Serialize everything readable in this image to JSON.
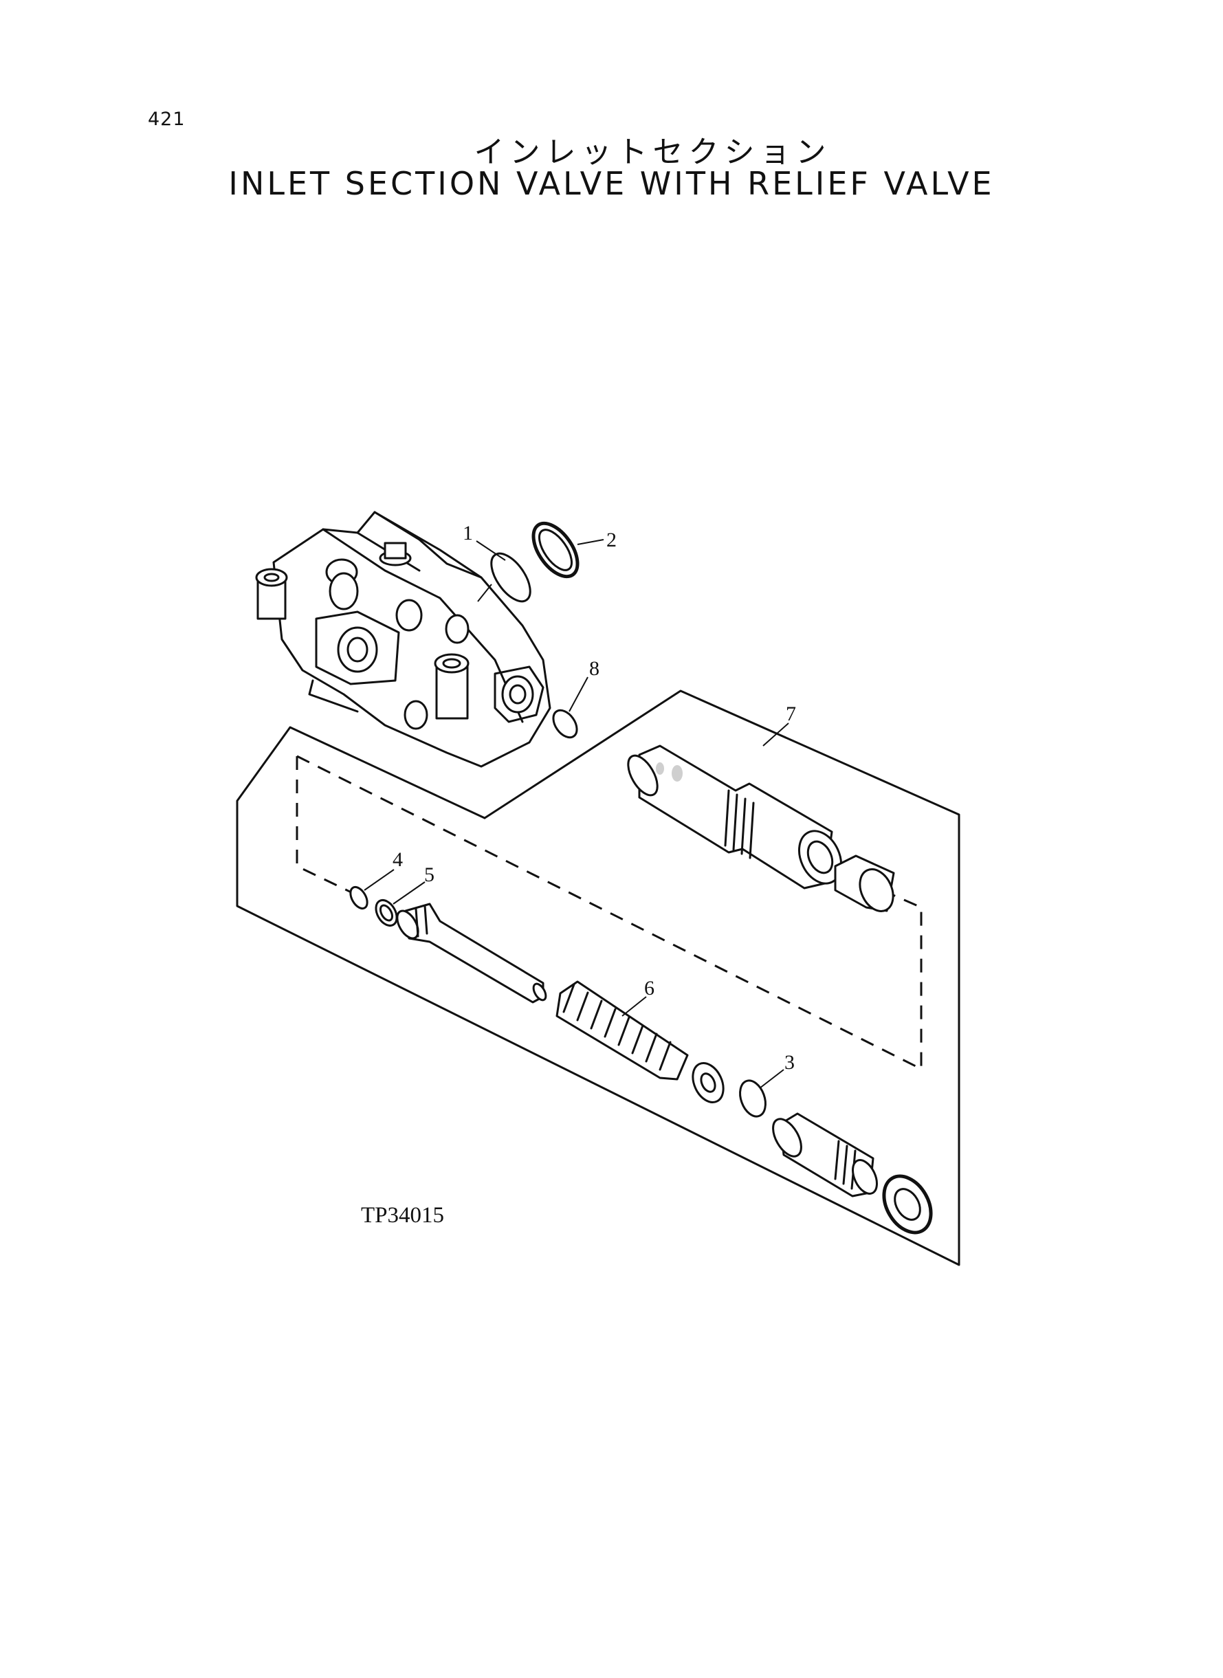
{
  "page": {
    "number": "421"
  },
  "title": {
    "japanese": "インレットセクション",
    "english": "INLET SECTION VALVE WITH RELIEF VALVE"
  },
  "diagram": {
    "code": "TP34015",
    "callouts": [
      {
        "id": "1",
        "label": "1"
      },
      {
        "id": "2",
        "label": "2"
      },
      {
        "id": "3",
        "label": "3"
      },
      {
        "id": "4",
        "label": "4"
      },
      {
        "id": "5",
        "label": "5"
      },
      {
        "id": "6",
        "label": "6"
      },
      {
        "id": "7",
        "label": "7"
      },
      {
        "id": "8",
        "label": "8"
      }
    ]
  }
}
